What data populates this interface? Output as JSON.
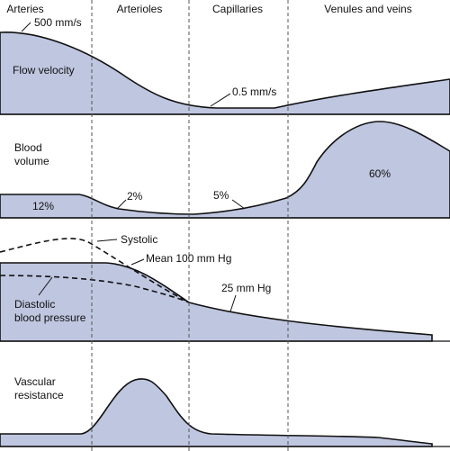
{
  "colors": {
    "fill": "#bfc6e0",
    "stroke": "#111111",
    "divider": "#555555",
    "background": "#ffffff"
  },
  "columns": [
    "Arteries",
    "Arterioles",
    "Capillaries",
    "Venules and veins"
  ],
  "panels": {
    "velocity": {
      "label_lines": [
        "Flow velocity"
      ],
      "annotations": [
        "500 mm/s",
        "0.5 mm/s"
      ]
    },
    "volume": {
      "label_lines": [
        "Blood",
        "volume"
      ],
      "annotations": [
        "12%",
        "2%",
        "5%",
        "60%"
      ]
    },
    "pressure": {
      "label_lines": [
        "Diastolic",
        "blood pressure"
      ],
      "annotations": [
        "Systolic",
        "Mean 100 mm Hg",
        "25 mm Hg"
      ]
    },
    "resistance": {
      "label_lines": [
        "Vascular",
        "resistance"
      ],
      "annotations": []
    }
  }
}
